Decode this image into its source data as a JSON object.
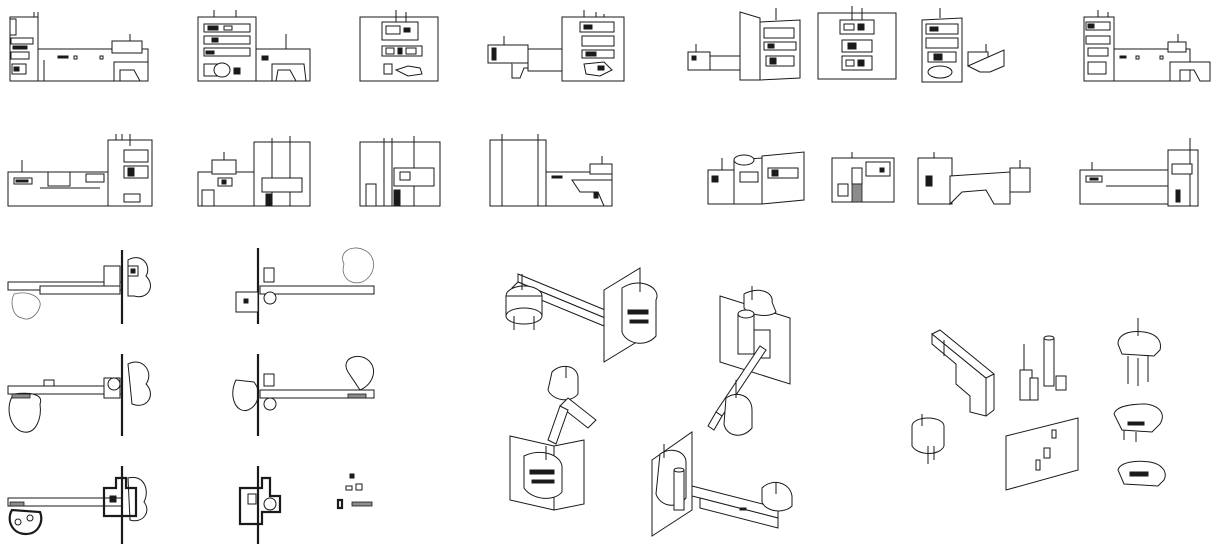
{
  "sheet": {
    "background": "#ffffff",
    "line_color": "#1a1a1a",
    "sections": [
      "elevations-row-1",
      "elevations-row-2",
      "floor-plans",
      "axonometric-assembly",
      "exploded-components"
    ]
  }
}
